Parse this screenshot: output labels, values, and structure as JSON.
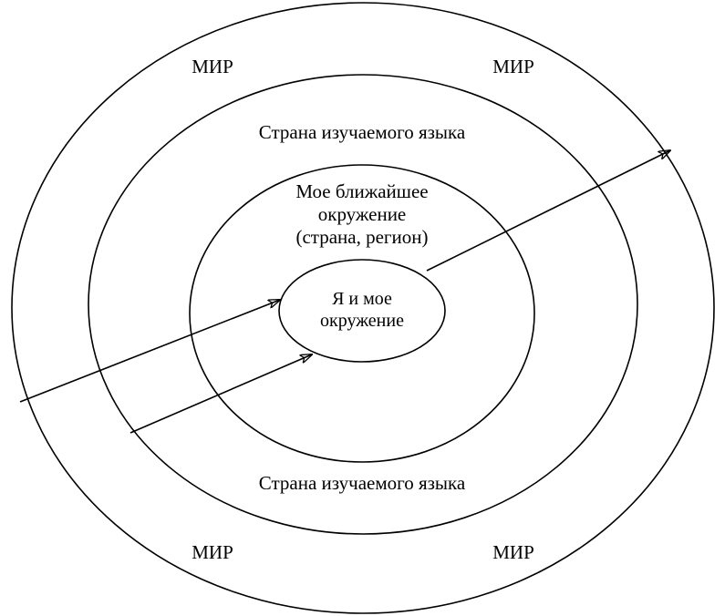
{
  "diagram": {
    "world_labels": [
      "МИР",
      "МИР",
      "МИР",
      "МИР"
    ],
    "country_labels": [
      "Страна изучаемого языка",
      "Страна изучаемого языка"
    ],
    "surroundings": {
      "line1": "Мое ближайшее",
      "line2": "окружение",
      "line3": "(страна, регион)"
    },
    "self": {
      "line1": "Я и мое",
      "line2": "окружение"
    }
  },
  "colors": {
    "stroke": "#000000",
    "background": "#ffffff"
  }
}
